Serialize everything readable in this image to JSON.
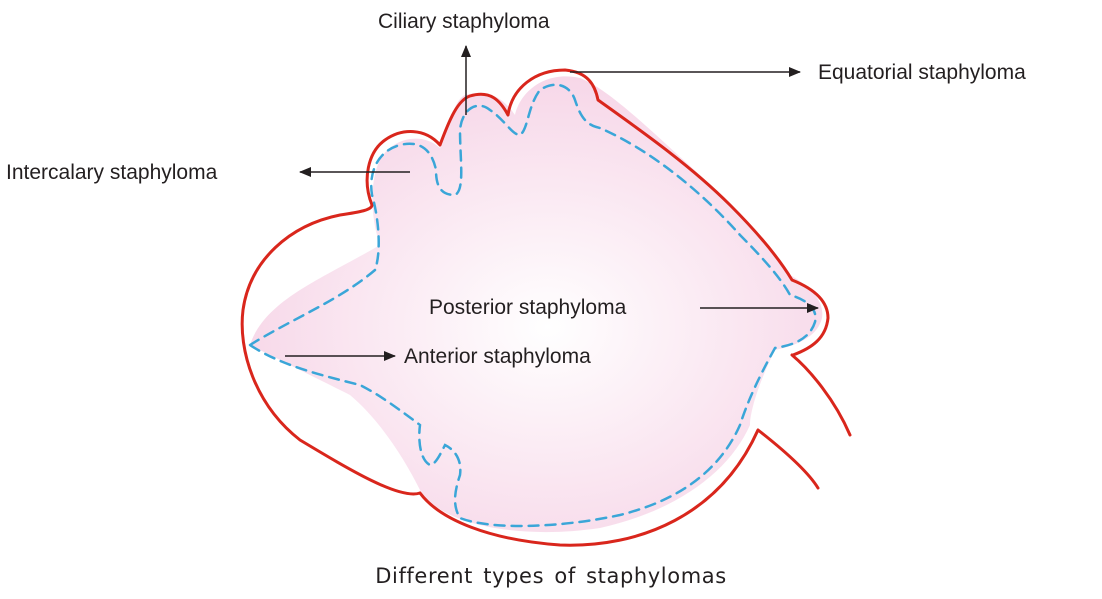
{
  "labels": {
    "ciliary": "Ciliary staphyloma",
    "equatorial": "Equatorial staphyloma",
    "intercalary": "Intercalary staphyloma",
    "posterior": "Posterior staphyloma",
    "anterior": "Anterior staphyloma"
  },
  "caption": "Different types of staphylomas",
  "colors": {
    "outline": "#d9261c",
    "inner_dashed": "#3aa6d8",
    "fill_center": "#ffffff",
    "fill_edge": "#f6d3e6",
    "arrow": "#231f20",
    "text": "#231f20"
  }
}
